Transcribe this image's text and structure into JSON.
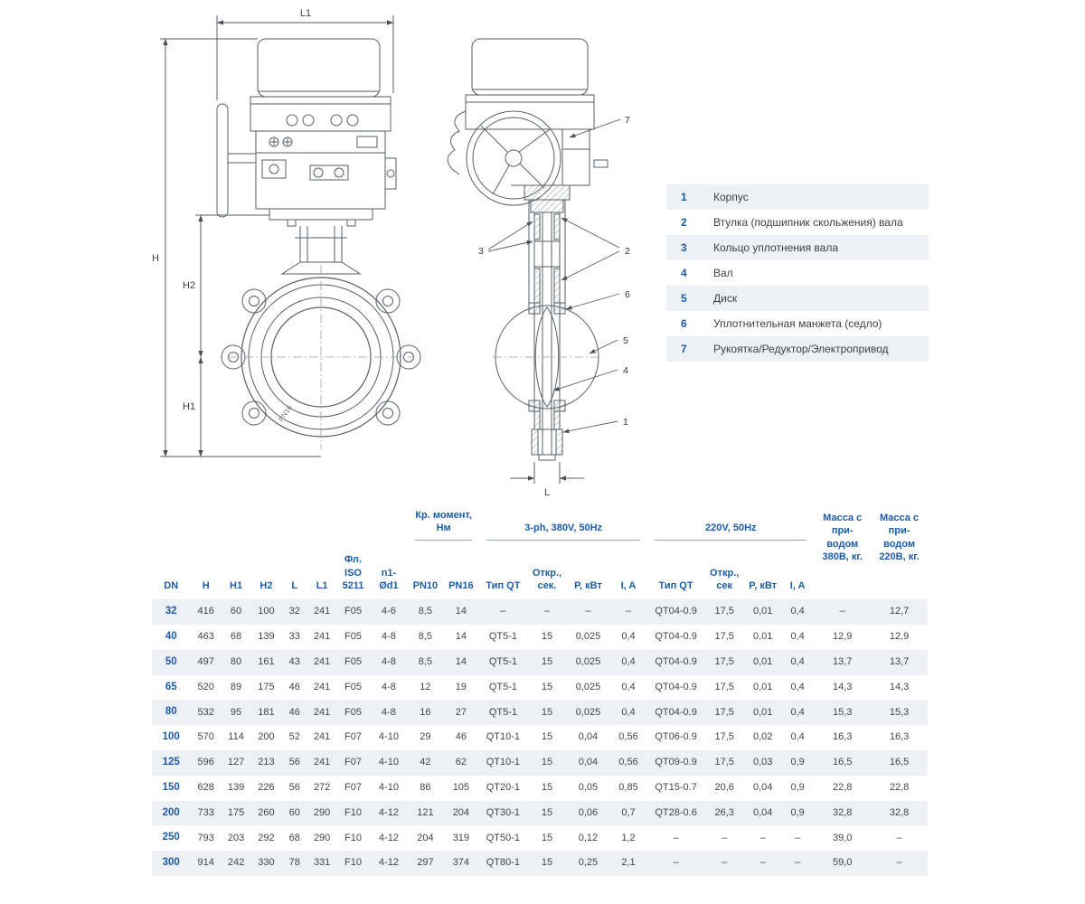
{
  "accent": "#1b5ca8",
  "drawing": {
    "dims": {
      "l1": "L1",
      "h": "H",
      "h2": "H2",
      "h1": "H1",
      "l": "L"
    },
    "body_mark": "PN16",
    "callouts": [
      "1",
      "2",
      "3",
      "4",
      "5",
      "6",
      "7"
    ]
  },
  "legend": {
    "items": [
      {
        "num": "1",
        "label": "Корпус"
      },
      {
        "num": "2",
        "label": "Втулка (подшипник скольжения) вала"
      },
      {
        "num": "3",
        "label": "Кольцо уплотнения вала"
      },
      {
        "num": "4",
        "label": "Вал"
      },
      {
        "num": "5",
        "label": "Диск"
      },
      {
        "num": "6",
        "label": "Уплотнительная манжета (седло)"
      },
      {
        "num": "7",
        "label": "Рукоятка/Редуктор/Электропривод"
      }
    ]
  },
  "table": {
    "col_headers": {
      "dn": "DN",
      "h": "H",
      "h1": "H1",
      "h2": "H2",
      "l": "L",
      "l1": "L1",
      "flange": "Фл. ISO 5211",
      "n1": "n1- Ød1",
      "torque_group": "Кр. момент, Нм",
      "pn10": "PN10",
      "pn16": "PN16",
      "group380": "3-ph, 380V, 50Hz",
      "type_qt_380": "Тип QT",
      "open_380": "Откр., сек.",
      "p_380": "P, кВт",
      "i_380": "I, A",
      "group220": "220V, 50Hz",
      "type_qt_220": "Тип QT",
      "open_220": "Откр., сек",
      "p_220": "P, кВт",
      "i_220": "I, A",
      "mass380": "Масса с при- водом 380В, кг.",
      "mass220": "Масса с при- водом 220В, кг."
    },
    "rows": [
      [
        "32",
        "416",
        "60",
        "100",
        "32",
        "241",
        "F05",
        "4-6",
        "8,5",
        "14",
        "–",
        "–",
        "–",
        "–",
        "QT04-0.9",
        "17,5",
        "0,01",
        "0,4",
        "–",
        "12,7"
      ],
      [
        "40",
        "463",
        "68",
        "139",
        "33",
        "241",
        "F05",
        "4-8",
        "8,5",
        "14",
        "QT5-1",
        "15",
        "0,025",
        "0,4",
        "QT04-0.9",
        "17,5",
        "0,01",
        "0,4",
        "12,9",
        "12,9"
      ],
      [
        "50",
        "497",
        "80",
        "161",
        "43",
        "241",
        "F05",
        "4-8",
        "8,5",
        "14",
        "QT5-1",
        "15",
        "0,025",
        "0,4",
        "QT04-0.9",
        "17,5",
        "0,01",
        "0,4",
        "13,7",
        "13,7"
      ],
      [
        "65",
        "520",
        "89",
        "175",
        "46",
        "241",
        "F05",
        "4-8",
        "12",
        "19",
        "QT5-1",
        "15",
        "0,025",
        "0,4",
        "QT04-0.9",
        "17,5",
        "0,01",
        "0,4",
        "14,3",
        "14,3"
      ],
      [
        "80",
        "532",
        "95",
        "181",
        "46",
        "241",
        "F05",
        "4-8",
        "16",
        "27",
        "QT5-1",
        "15",
        "0,025",
        "0,4",
        "QT04-0.9",
        "17,5",
        "0,01",
        "0,4",
        "15,3",
        "15,3"
      ],
      [
        "100",
        "570",
        "114",
        "200",
        "52",
        "241",
        "F07",
        "4-10",
        "29",
        "46",
        "QT10-1",
        "15",
        "0,04",
        "0,56",
        "QT06-0.9",
        "17,5",
        "0,02",
        "0,4",
        "16,3",
        "16,3"
      ],
      [
        "125",
        "596",
        "127",
        "213",
        "56",
        "241",
        "F07",
        "4-10",
        "42",
        "62",
        "QT10-1",
        "15",
        "0,04",
        "0,56",
        "QT09-0.9",
        "17,5",
        "0,03",
        "0,9",
        "16,5",
        "16,5"
      ],
      [
        "150",
        "628",
        "139",
        "226",
        "56",
        "272",
        "F07",
        "4-10",
        "86",
        "105",
        "QT20-1",
        "15",
        "0,05",
        "0,85",
        "QT15-0.7",
        "20,6",
        "0,04",
        "0,9",
        "22,8",
        "22,8"
      ],
      [
        "200",
        "733",
        "175",
        "260",
        "60",
        "290",
        "F10",
        "4-12",
        "121",
        "204",
        "QT30-1",
        "15",
        "0,06",
        "0,7",
        "QT28-0.6",
        "26,3",
        "0,04",
        "0,9",
        "32,8",
        "32,8"
      ],
      [
        "250",
        "793",
        "203",
        "292",
        "68",
        "290",
        "F10",
        "4-12",
        "204",
        "319",
        "QT50-1",
        "15",
        "0,12",
        "1,2",
        "–",
        "–",
        "–",
        "–",
        "39,0",
        "–"
      ],
      [
        "300",
        "914",
        "242",
        "330",
        "78",
        "331",
        "F10",
        "4-12",
        "297",
        "374",
        "QT80-1",
        "15",
        "0,25",
        "2,1",
        "–",
        "–",
        "–",
        "–",
        "59,0",
        "–"
      ]
    ]
  }
}
